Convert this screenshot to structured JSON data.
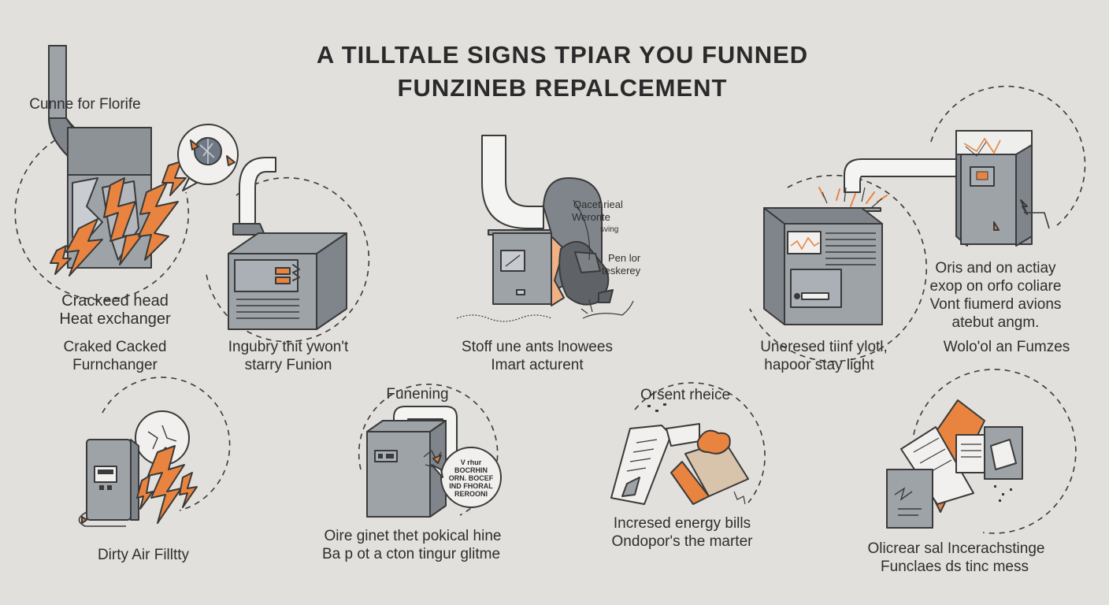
{
  "title": {
    "line1": "A TILLTALE SIGNS TPIAR YOU FUNNED",
    "line2": "FUNZINEB REPALCEMENT"
  },
  "panels": {
    "cracked_exchanger": {
      "callout": "Cunne for Florife",
      "caption1": "Crackeed head",
      "caption2": "Heat exchanger",
      "caption3": "Craked Cacked",
      "caption4": "Furnchanger"
    },
    "ignitor": {
      "caption1": "Ingubry thit ywon't",
      "caption2": "starry Funion"
    },
    "noises": {
      "label1": "Qacet rieal",
      "label2": "Weronte",
      "label3": "sving",
      "label4": "Pen lor",
      "label5": "teskerey",
      "caption1": "Stoff une ants lnowees",
      "caption2": "Imart acturent"
    },
    "pilot_light": {
      "caption1": "Uneresed tiinf ylotl,",
      "caption2": "hapoor stay light"
    },
    "age": {
      "caption1": "Oris and on actiay",
      "caption2": "exop on orfo coliare",
      "caption3": "Vont fiumerd avions",
      "caption4": "atebut angm.",
      "caption5": "Wolo'ol an Fumzes"
    },
    "air_filter": {
      "caption": "Dirty Air Filltty"
    },
    "repairs": {
      "heading": "Funening",
      "bubble1": "V rhur",
      "bubble2": "BOCRHIN",
      "bubble3": "ORN. BOCEF",
      "bubble4": "IND FHORAL",
      "bubble5": "REROONI",
      "caption1": "Oire ginet thet pokical hine",
      "caption2": "Ba p ot a cton tingur glitme"
    },
    "energy_bills": {
      "heading": "Orsent rheice",
      "caption1": "Incresed energy bills",
      "caption2": "Ondopor's the marter"
    },
    "documents": {
      "caption1": "Olicrear sal Incerachstinge",
      "caption2": "Funclaes ds tinc mess"
    }
  },
  "colors": {
    "background": "#e2e0dc",
    "metal": "#9ea3a8",
    "metal_dark": "#7f8489",
    "pipe": "#f4f4f2",
    "outline": "#3a3a3a",
    "accent": "#e8843f"
  }
}
